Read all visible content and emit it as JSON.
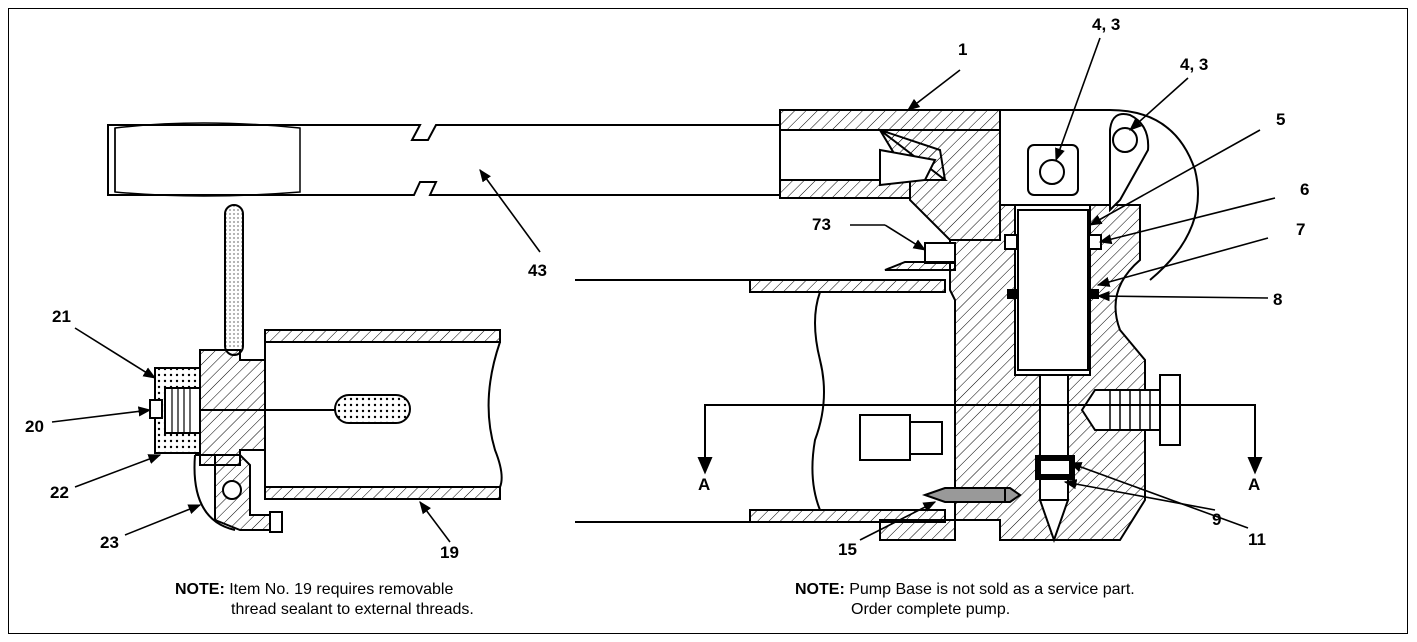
{
  "callouts": {
    "c1": "1",
    "c43a": "4, 3",
    "c43b": "4, 3",
    "c5": "5",
    "c6": "6",
    "c7": "7",
    "c8": "8",
    "c73": "73",
    "c43": "43",
    "c21": "21",
    "c20": "20",
    "c22": "22",
    "c23": "23",
    "c19": "19",
    "c15": "15",
    "c9": "9",
    "c11": "11",
    "sectionA_left": "A",
    "sectionA_right": "A"
  },
  "notes": {
    "left": {
      "label": "NOTE:",
      "line1": "Item No. 19 requires removable",
      "line2": "thread sealant to external threads."
    },
    "right": {
      "label": "NOTE:",
      "line1": "Pump Base is not sold as a service part.",
      "line2": "Order complete pump."
    }
  }
}
